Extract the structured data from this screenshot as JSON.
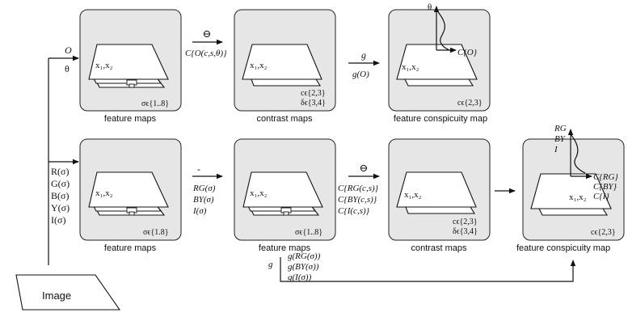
{
  "image_label": "Image",
  "coordinates_label": "x₁,x₂",
  "orientation_branch": {
    "inputs": [
      "O",
      "θ"
    ],
    "stage1": {
      "caption": "feature maps",
      "scale": "σϵ{1..8}"
    },
    "op1": {
      "symbol": "⊖",
      "formula": "C{O(c,s,θ)}"
    },
    "stage2": {
      "caption": "contrast maps",
      "scale_c": "cϵ{2,3}",
      "scale_d": "δϵ{3,4}"
    },
    "op2": {
      "symbol": "g",
      "formula": "g(O)"
    },
    "stage3": {
      "caption": "feature conspicuity map",
      "axis": "θ",
      "curve_label": "C{O}",
      "scale": "cϵ{2,3}"
    }
  },
  "color_branch": {
    "inputs": [
      "R(σ)",
      "G(σ)",
      "B(σ)",
      "Y(σ)",
      "I(σ)"
    ],
    "stage1": {
      "caption": "feature maps",
      "scale": "σϵ{1.8}"
    },
    "op1": {
      "symbol": "-",
      "formulas": [
        "RG(σ)",
        "BY(σ)",
        "I(σ)"
      ]
    },
    "stage2": {
      "caption": "feature maps",
      "scale": "σϵ{1..8}"
    },
    "op2": {
      "symbol": "⊖",
      "formulas": [
        "C{RG(c,s)}",
        "C{BY(c,s)}",
        "C{I(c,s)}"
      ]
    },
    "stage3": {
      "caption": "contrast maps",
      "scale_c": "cϵ{2,3}",
      "scale_d": "δϵ{3,4}"
    },
    "stage4": {
      "caption": "feature conspicuity map",
      "axis_labels": [
        "RG",
        "BY",
        "I"
      ],
      "curve_labels": [
        "C{RG}",
        "C{BY}",
        "C{I}"
      ],
      "scale": "cϵ{2,3}"
    },
    "bypass": {
      "symbol": "g",
      "formulas": [
        "g(RG(σ))",
        "g(BY(σ))",
        "g(I(σ))"
      ]
    }
  }
}
